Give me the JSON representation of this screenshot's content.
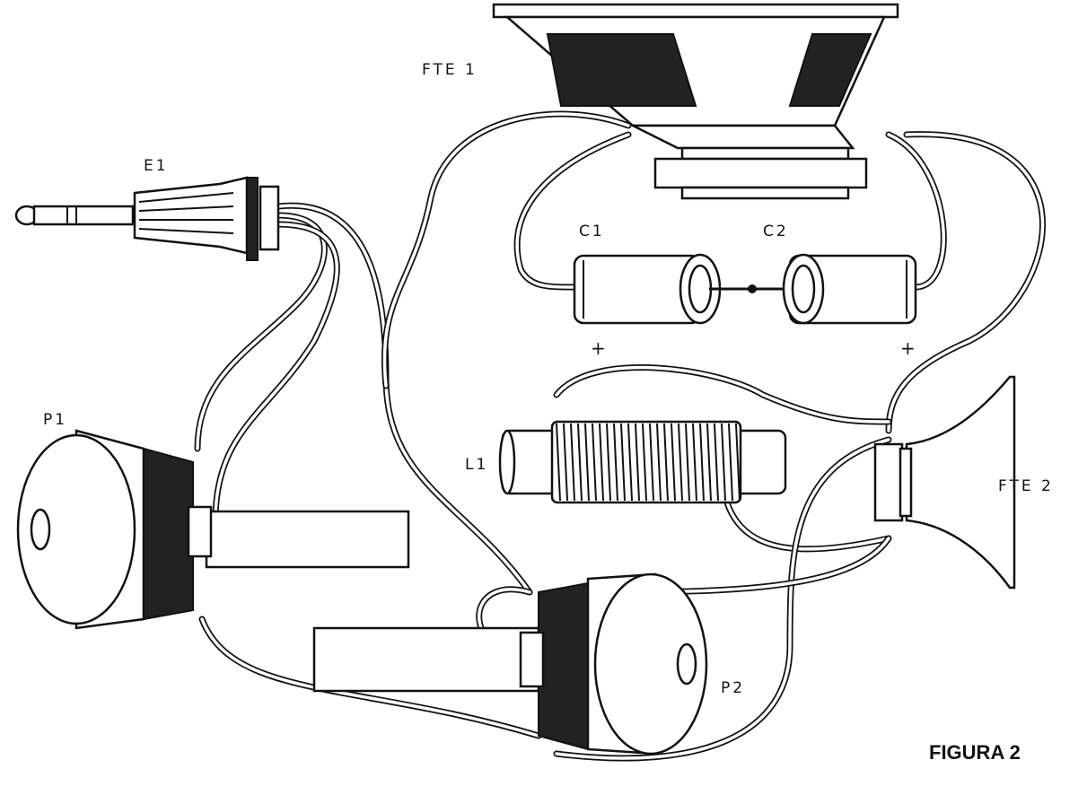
{
  "figure_caption": "FIGURA 2",
  "labels": {
    "speaker1": "FTE 1",
    "speaker2": "FTE 2",
    "jack": "E1",
    "cap1": "C1",
    "cap2": "C2",
    "cap1_polarity": "+",
    "cap2_polarity": "+",
    "inductor": "L1",
    "pot1": "P1",
    "pot2": "P2"
  }
}
